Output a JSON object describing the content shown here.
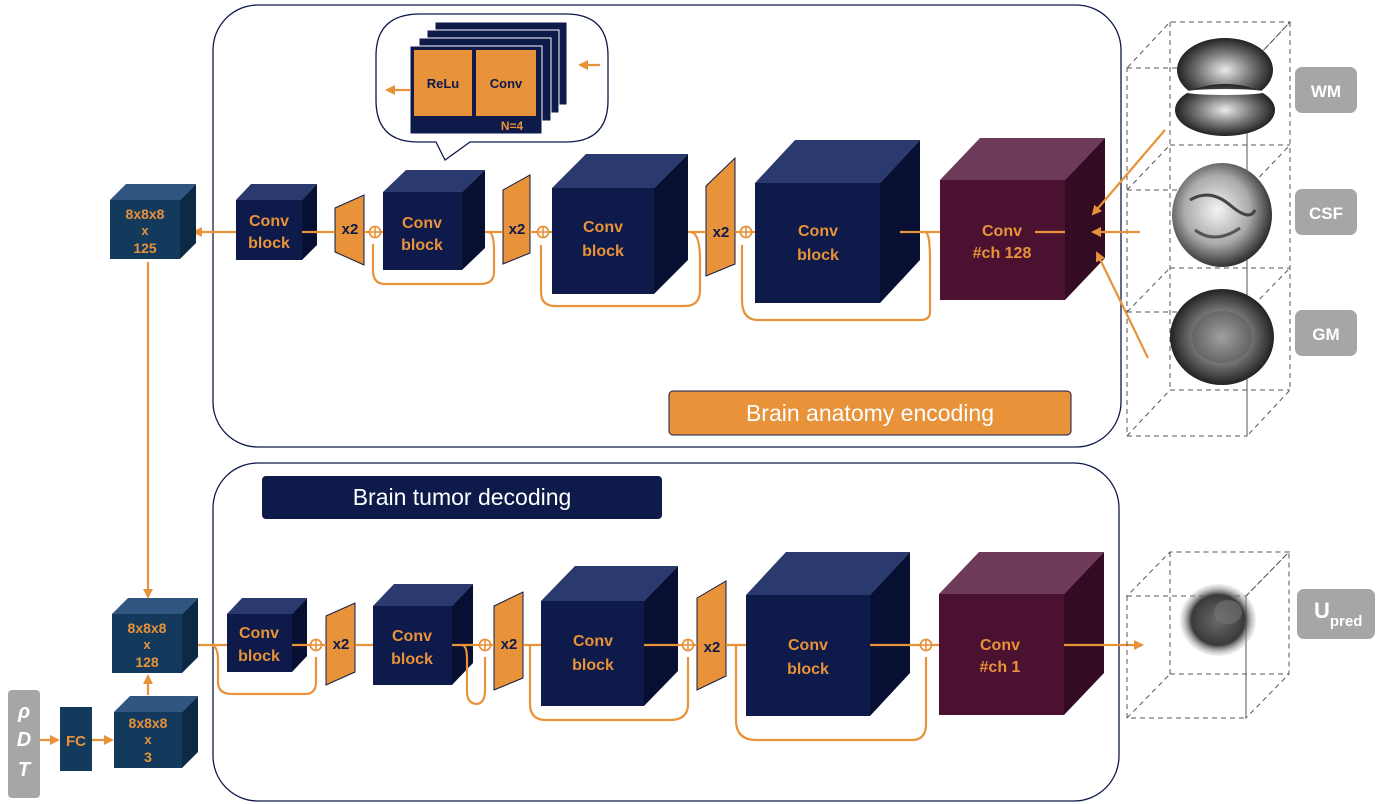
{
  "encoder": {
    "title": "Brain anatomy encoding",
    "blocks": [
      {
        "label1": "Conv",
        "label2": "block"
      },
      {
        "label1": "Conv",
        "label2": "block"
      },
      {
        "label1": "Conv",
        "label2": "block"
      },
      {
        "label1": "Conv",
        "label2": "block"
      }
    ],
    "last": {
      "label1": "Conv",
      "label2": "#ch 128"
    },
    "pool_label": "x2",
    "inputs": [
      "WM",
      "CSF",
      "GM"
    ]
  },
  "callout": {
    "relu": "ReLu",
    "conv": "Conv",
    "n": "N=4"
  },
  "latent_top": {
    "l1": "8x8x8",
    "l2": "x",
    "l3": "125"
  },
  "latent_mid": {
    "l1": "8x8x8",
    "l2": "x",
    "l3": "128"
  },
  "latent_low": {
    "l1": "8x8x8",
    "l2": "x",
    "l3": "3"
  },
  "fc": "FC",
  "params": [
    "ρ",
    "D",
    "T"
  ],
  "decoder": {
    "title": "Brain tumor decoding",
    "blocks": [
      {
        "label1": "Conv",
        "label2": "block"
      },
      {
        "label1": "Conv",
        "label2": "block"
      },
      {
        "label1": "Conv",
        "label2": "block"
      },
      {
        "label1": "Conv",
        "label2": "block"
      }
    ],
    "last": {
      "label1": "Conv",
      "label2": "#ch 1"
    },
    "pool_label": "x2"
  },
  "output": {
    "main": "U",
    "sub": "pred"
  },
  "colors": {
    "orange": "#e8923a",
    "navy": "#0d1a4a",
    "plum": "#4a1230",
    "teal": "#133a5c",
    "gray": "#a6a6a6"
  }
}
